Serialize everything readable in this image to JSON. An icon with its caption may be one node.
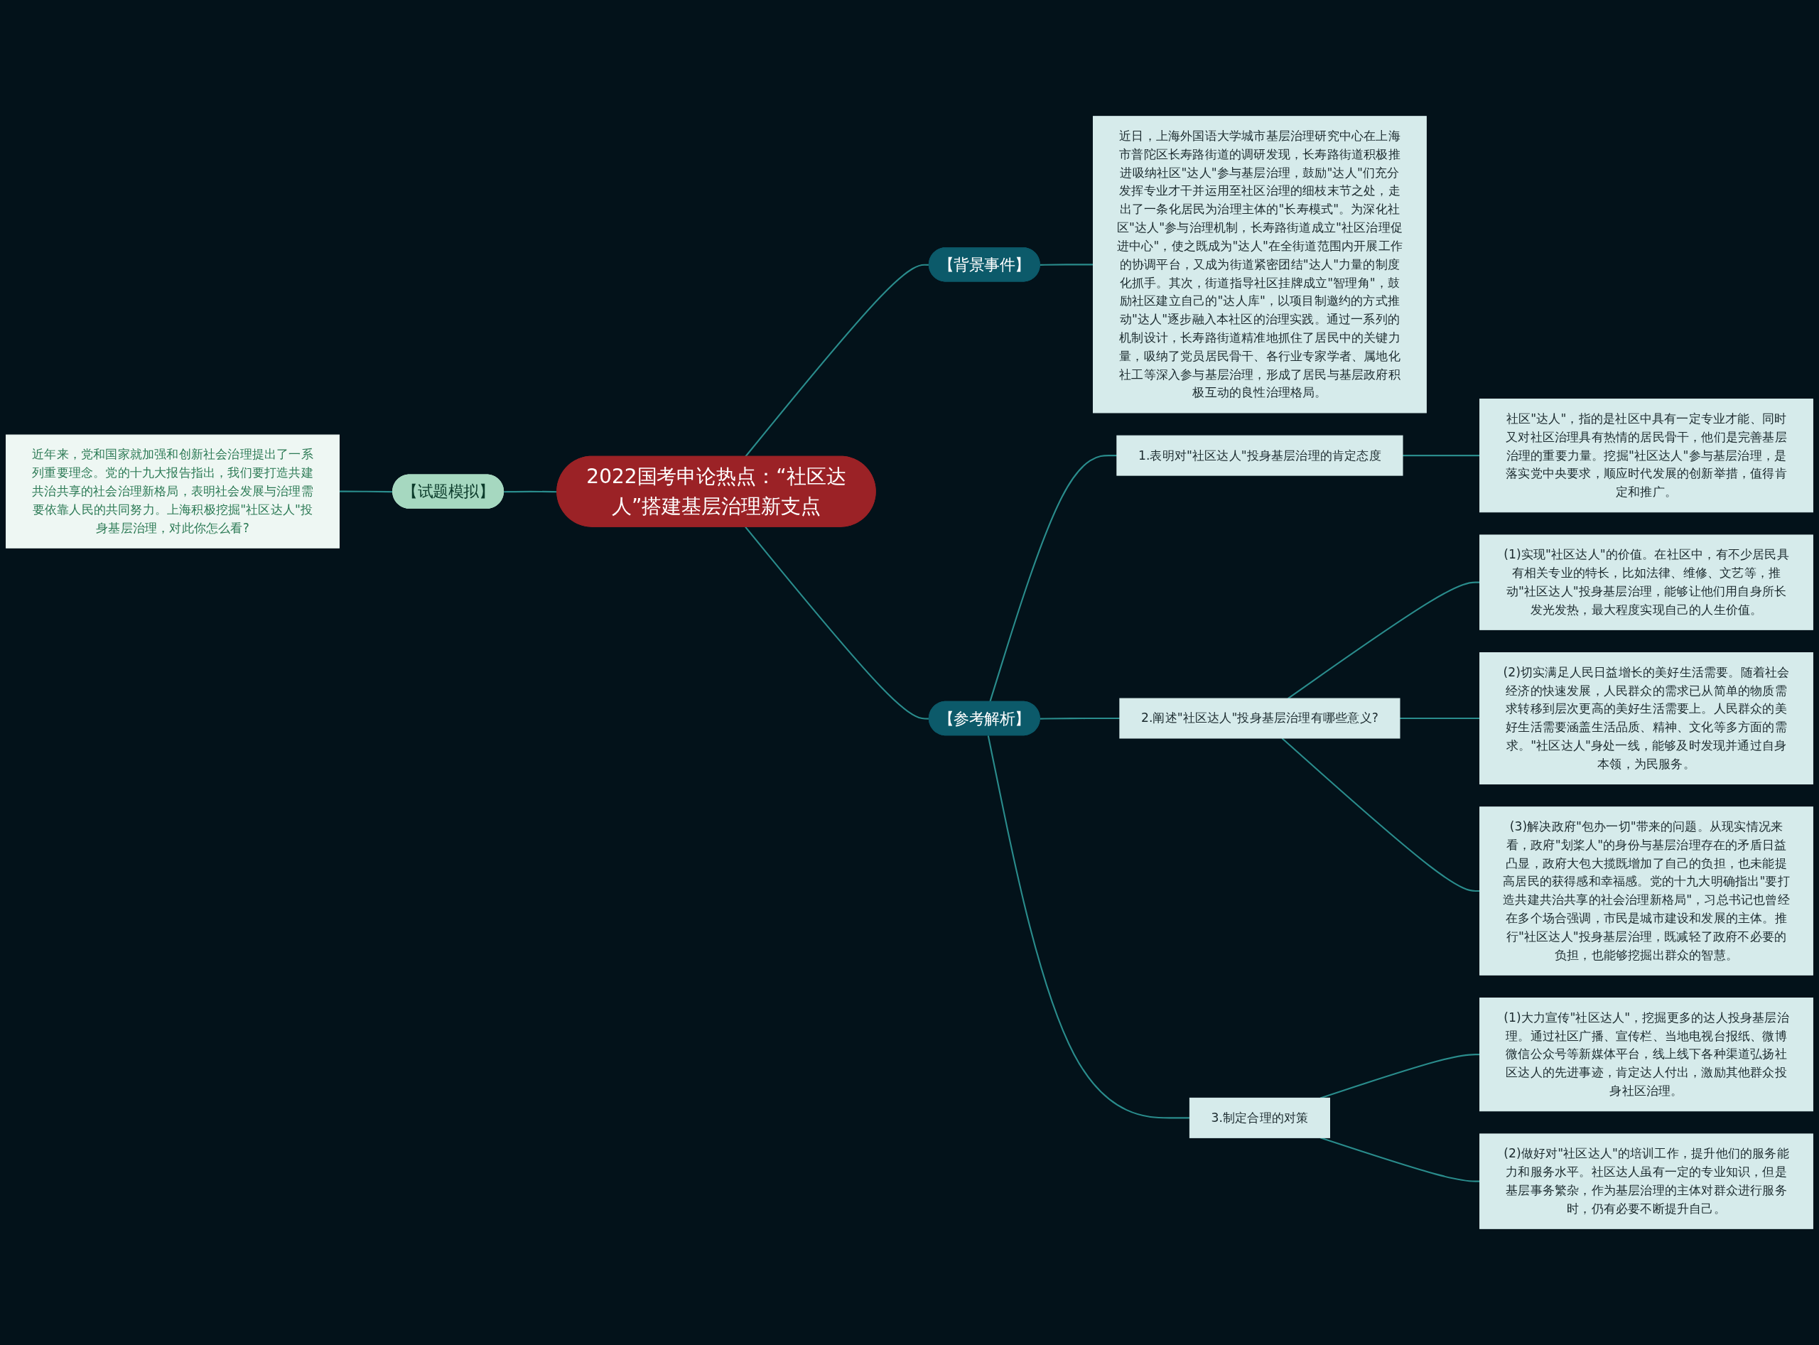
{
  "diagram": {
    "nodes": [
      {
        "text": [
          "2022国考申论热点：“社区达人”搭建基层治理新支点"
        ]
      },
      {
        "text": [
          "【背景事件】"
        ]
      },
      {
        "text": [
          "近日，上海外国语大学城市基层治理研究中心在上海市普陀区长寿路街道的调研发现，长寿路街道积极推进吸纳社区\"达人\"参与基层治理，鼓励\"达人\"们充分发挥专业才干并运用至社区治理的细枝末节之处，走出了一条化居民为治理主体的\"长寿模式\"。为深化社区\"达人\"参与治理机制，长寿路街道成立\"社区治理促进中心\"，使之既成为\"达人\"在全街道范围内开展工作的协调平台，又成为街道紧密团结\"达人\"力量的制度化抓手。其次，街道指导社区挂牌成立\"智理角\"，鼓励社区建立自己的\"达人库\"，以项目制邀约的方式推动\"达人\"逐步融入本社区的治理实践。通过一系列的机制设计，长寿路街道精准地抓住了居民中的关键力量，吸纳了党员居民骨干、各行业专家学者、属地化社工等深入参与基层治理，形成了居民与基层政府积极互动的良性治理格局。"
        ]
      },
      {
        "text": [
          "【参考解析】"
        ]
      },
      {
        "text": [
          "1.表明对\"社区达人\"投身基层治理的肯定态度"
        ]
      },
      {
        "text": [
          "社区\"达人\"，指的是社区中具有一定专业才能、同时又对社区治理具有热情的居民骨干，他们是完善基层治理的重要力量。挖掘\"社区达人\"参与基层治理，是落实党中央要求，顺应时代发展的创新举措，值得肯定和推广。"
        ]
      },
      {
        "text": [
          "2.阐述\"社区达人\"投身基层治理有哪些意义?"
        ]
      },
      {
        "text": [
          "(1)实现\"社区达人\"的价值。在社区中，有不少居民具有相关专业的特长，比如法律、维修、文艺等，推动\"社区达人\"投身基层治理，能够让他们用自身所长发光发热，最大程度实现自己的人生价值。"
        ]
      },
      {
        "text": [
          "(2)切实满足人民日益增长的美好生活需要。随着社会经济的快速发展，人民群众的需求已从简单的物质需求转移到层次更高的美好生活需要上。人民群众的美好生活需要涵盖生活品质、精神、文化等多方面的需求。\"社区达人\"身处一线，能够及时发现并通过自身本领，为民服务。"
        ]
      },
      {
        "text": [
          "(3)解决政府\"包办一切\"带来的问题。从现实情况来看，政府\"划桨人\"的身份与基层治理存在的矛盾日益凸显，政府大包大揽既增加了自己的负担，也未能提高居民的获得感和幸福感。党的十九大明确指出\"要打造共建共治共享的社会治理新格局\"，习总书记也曾经在多个场合强调，市民是城市建设和发展的主体。推行\"社区达人\"投身基层治理，既减轻了政府不必要的负担，也能够挖掘出群众的智慧。"
        ]
      },
      {
        "text": [
          "3.制定合理的对策"
        ]
      },
      {
        "text": [
          "(1)大力宣传\"社区达人\"，挖掘更多的达人投身基层治理。通过社区广播、宣传栏、当地电视台报纸、微博微信公众号等新媒体平台，线上线下各种渠道弘扬社区达人的先进事迹，肯定达人付出，激励其他群众投身社区治理。"
        ]
      },
      {
        "text": [
          "(2)做好对\"社区达人\"的培训工作，提升他们的服务能力和服务水平。社区达人虽有一定的专业知识，但是基层事务繁杂，作为基层治理的主体对群众进行服务时，仍有必要不断提升自己。"
        ]
      },
      {
        "text": [
          "【试题模拟】"
        ]
      },
      {
        "text": [
          "近年来，党和国家就加强和创新社会治理提出了一系列重要理念。党的十九大报告指出，我们要打造共建共治共享的社会治理新格局，表明社会发展与治理需要依靠人民的共同努力。上海积极挖掘\"社区达人\"投身基层治理，对此你怎么看?"
        ]
      }
    ],
    "edges": [
      {
        "from": 0,
        "to": 1,
        "arrow": "none"
      },
      {
        "from": 1,
        "to": 2,
        "arrow": "none"
      },
      {
        "from": 0,
        "to": 3,
        "arrow": "none"
      },
      {
        "from": 3,
        "to": 4,
        "arrow": "none"
      },
      {
        "from": 4,
        "to": 5,
        "arrow": "none"
      },
      {
        "from": 3,
        "to": 6,
        "arrow": "none"
      },
      {
        "from": 6,
        "to": 7,
        "arrow": "none"
      },
      {
        "from": 6,
        "to": 8,
        "arrow": "none"
      },
      {
        "from": 6,
        "to": 9,
        "arrow": "none"
      },
      {
        "from": 3,
        "to": 10,
        "arrow": "none"
      },
      {
        "from": 10,
        "to": 11,
        "arrow": "none"
      },
      {
        "from": 10,
        "to": 12,
        "arrow": "none"
      },
      {
        "from": 0,
        "to": 13,
        "arrow": "none"
      },
      {
        "from": 13,
        "to": 14,
        "arrow": "none"
      }
    ]
  }
}
